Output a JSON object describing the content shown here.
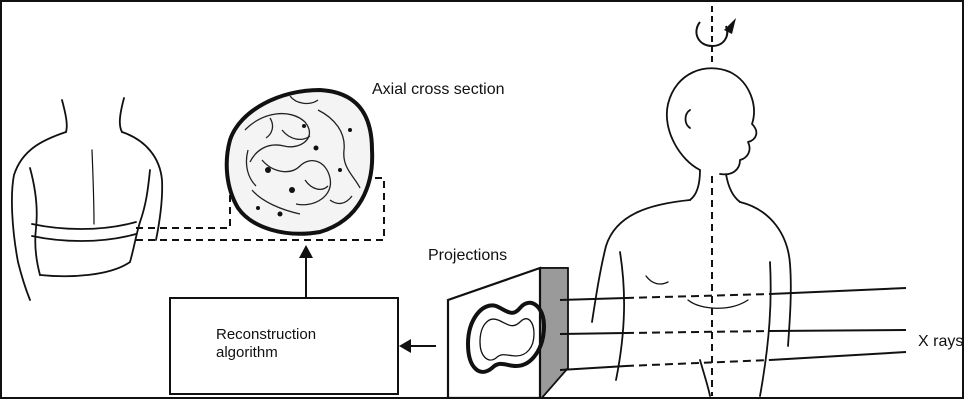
{
  "labels": {
    "axial": "Axial cross section",
    "projections": "Projections",
    "xrays": "X rays",
    "recon_line1": "Reconstruction",
    "recon_line2": "algorithm"
  },
  "colors": {
    "ink": "#111111",
    "background": "#ffffff"
  }
}
